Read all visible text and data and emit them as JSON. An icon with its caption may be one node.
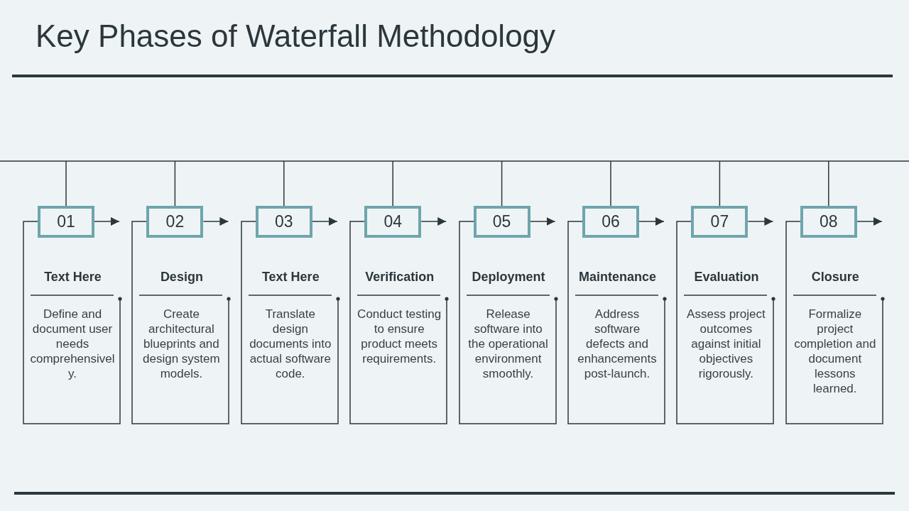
{
  "diagram": {
    "title": "Key Phases of Waterfall Methodology",
    "nodes": [
      {
        "text": [
          "01"
        ]
      },
      {
        "text": [
          "Text Here",
          "Define and document user needs comprehensively."
        ]
      },
      {
        "text": [
          "02"
        ]
      },
      {
        "text": [
          "Design",
          "Create architectural blueprints and design system models."
        ]
      },
      {
        "text": [
          "03"
        ]
      },
      {
        "text": [
          "Text Here",
          "Translate design documents into actual software code."
        ]
      },
      {
        "text": [
          "04"
        ]
      },
      {
        "text": [
          "Verification",
          "Conduct testing to ensure product meets requirements."
        ]
      },
      {
        "text": [
          "05"
        ]
      },
      {
        "text": [
          "Deployment",
          "Release software into the operational environment smoothly."
        ]
      },
      {
        "text": [
          "06"
        ]
      },
      {
        "text": [
          "Maintenance",
          "Address software defects and enhancements post-launch."
        ]
      },
      {
        "text": [
          "07"
        ]
      },
      {
        "text": [
          "Evaluation",
          "Assess project outcomes against initial objectives rigorously."
        ]
      },
      {
        "text": [
          "08"
        ]
      },
      {
        "text": [
          "Closure",
          "Formalize project completion and document lessons learned."
        ]
      }
    ],
    "edges": [
      {
        "from": null,
        "to": 0,
        "arrow": "none"
      },
      {
        "from": null,
        "to": 2,
        "arrow": "none"
      },
      {
        "from": null,
        "to": 4,
        "arrow": "none"
      },
      {
        "from": null,
        "to": 6,
        "arrow": "none"
      },
      {
        "from": null,
        "to": 8,
        "arrow": "none"
      },
      {
        "from": null,
        "to": 10,
        "arrow": "none"
      },
      {
        "from": null,
        "to": 12,
        "arrow": "none"
      },
      {
        "from": null,
        "to": 14,
        "arrow": "none"
      },
      {
        "from": 0,
        "to": 1,
        "arrow": "to"
      },
      {
        "from": 2,
        "to": 3,
        "arrow": "to"
      },
      {
        "from": 4,
        "to": 5,
        "arrow": "to"
      },
      {
        "from": 6,
        "to": 7,
        "arrow": "to"
      },
      {
        "from": 8,
        "to": 9,
        "arrow": "to"
      },
      {
        "from": 10,
        "to": 11,
        "arrow": "to"
      },
      {
        "from": 12,
        "to": 13,
        "arrow": "to"
      },
      {
        "from": 14,
        "to": 15,
        "arrow": "to"
      }
    ]
  }
}
